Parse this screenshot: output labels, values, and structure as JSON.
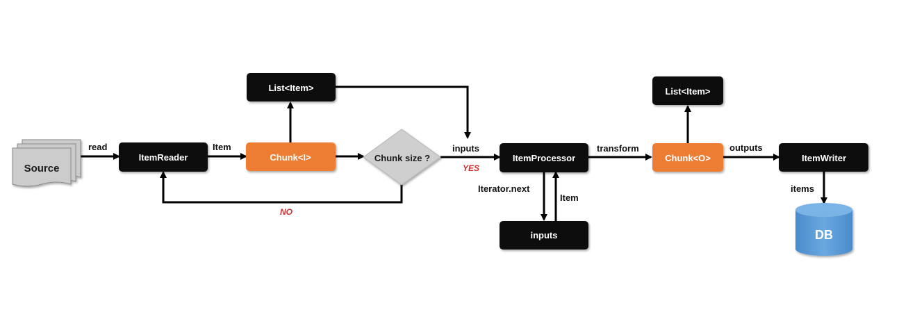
{
  "colors": {
    "process": "#0d0d0d",
    "chunk": "#ed7d31",
    "decision": "#cfcfcf",
    "document": "#cccccc",
    "database": "#5b9bd5",
    "arrow": "#000000",
    "condition": "#d32f2f"
  },
  "nodes": {
    "source": "Source",
    "item_reader": "ItemReader",
    "chunk_input": "Chunk<I>",
    "list_item_input": "List<Item>",
    "chunk_size_decision": "Chunk size ?",
    "item_processor": "ItemProcessor",
    "inputs": "inputs",
    "chunk_output": "Chunk<O>",
    "list_item_output": "List<Item>",
    "item_writer": "ItemWriter",
    "db": "DB"
  },
  "edges": {
    "read": "read",
    "item": "Item",
    "inputs": "inputs",
    "yes": "YES",
    "no": "NO",
    "iterator_next": "Iterator.next",
    "item_return": "Item",
    "transform": "transform",
    "outputs": "outputs",
    "items": "items"
  }
}
